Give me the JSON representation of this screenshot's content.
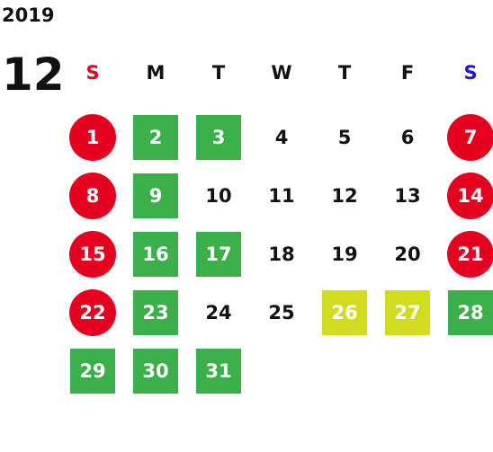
{
  "calendar": {
    "year": "2019",
    "month": "12",
    "weekdays": [
      {
        "label": "S",
        "color": "#e50020"
      },
      {
        "label": "M",
        "color": "#111111"
      },
      {
        "label": "T",
        "color": "#111111"
      },
      {
        "label": "W",
        "color": "#111111"
      },
      {
        "label": "T",
        "color": "#111111"
      },
      {
        "label": "F",
        "color": "#111111"
      },
      {
        "label": "S",
        "color": "#1a1ad6"
      }
    ],
    "first_weekday_index": 0,
    "days": [
      {
        "day": "1",
        "style": "holiday-red-circle"
      },
      {
        "day": "2",
        "style": "green-square"
      },
      {
        "day": "3",
        "style": "green-square"
      },
      {
        "day": "4",
        "style": "plain"
      },
      {
        "day": "5",
        "style": "plain"
      },
      {
        "day": "6",
        "style": "plain"
      },
      {
        "day": "7",
        "style": "holiday-red-circle"
      },
      {
        "day": "8",
        "style": "holiday-red-circle"
      },
      {
        "day": "9",
        "style": "green-square"
      },
      {
        "day": "10",
        "style": "plain"
      },
      {
        "day": "11",
        "style": "plain"
      },
      {
        "day": "12",
        "style": "plain"
      },
      {
        "day": "13",
        "style": "plain"
      },
      {
        "day": "14",
        "style": "holiday-red-circle"
      },
      {
        "day": "15",
        "style": "holiday-red-circle"
      },
      {
        "day": "16",
        "style": "green-square"
      },
      {
        "day": "17",
        "style": "green-square"
      },
      {
        "day": "18",
        "style": "plain"
      },
      {
        "day": "19",
        "style": "plain"
      },
      {
        "day": "20",
        "style": "plain"
      },
      {
        "day": "21",
        "style": "holiday-red-circle"
      },
      {
        "day": "22",
        "style": "holiday-red-circle"
      },
      {
        "day": "23",
        "style": "green-square"
      },
      {
        "day": "24",
        "style": "plain"
      },
      {
        "day": "25",
        "style": "plain"
      },
      {
        "day": "26",
        "style": "lime-square"
      },
      {
        "day": "27",
        "style": "lime-square"
      },
      {
        "day": "28",
        "style": "green-square"
      },
      {
        "day": "29",
        "style": "green-square"
      },
      {
        "day": "30",
        "style": "green-square"
      },
      {
        "day": "31",
        "style": "green-square"
      }
    ],
    "colors": {
      "red": "#e50020",
      "green": "#3aaf4a",
      "lime": "#d1dc1e",
      "text": "#111111",
      "saturday_blue": "#1a1ad6"
    }
  }
}
